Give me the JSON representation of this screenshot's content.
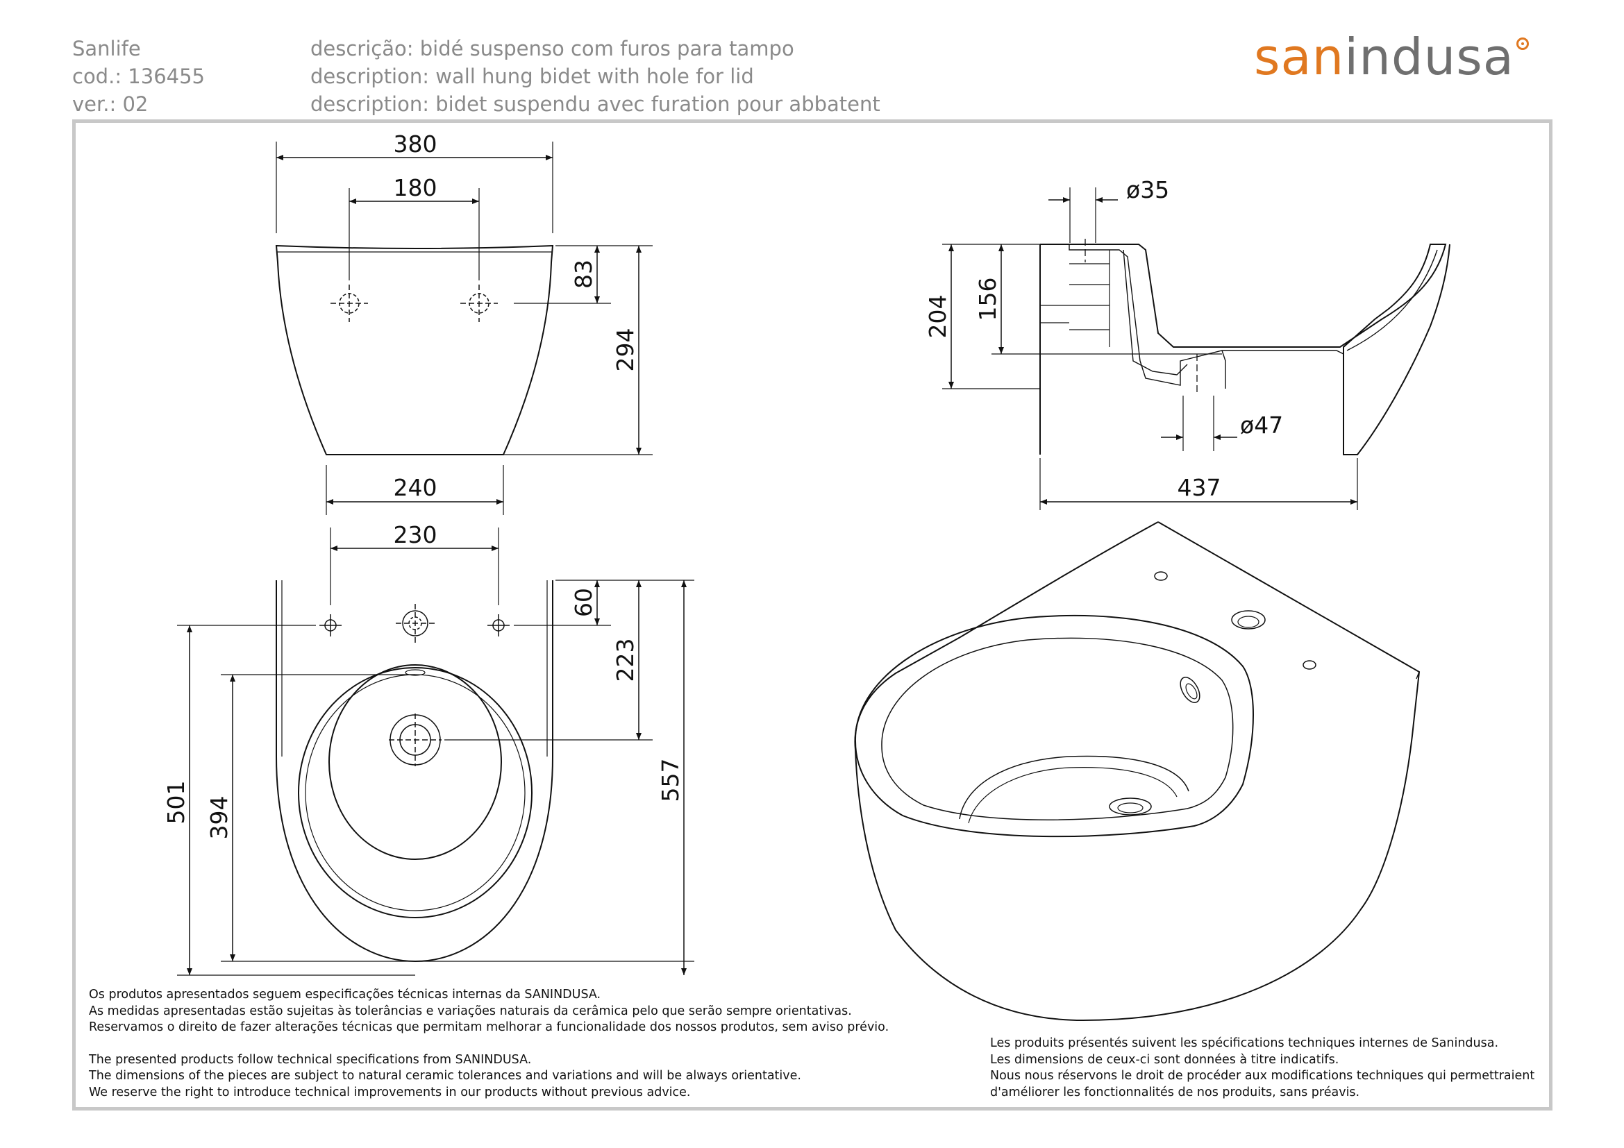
{
  "header": {
    "product": "Sanlife",
    "code": "cod.: 136455",
    "version": "ver.: 02",
    "desc_pt": "descrição: bidé suspenso com furos para tampo",
    "desc_en": "description: wall hung bidet with hole for lid",
    "desc_fr": "description: bidet suspendu avec furation pour abbatent"
  },
  "brand": {
    "part1": "san",
    "part2": "indusa",
    "accent_color": "#e07820",
    "text_color": "#6f6f6f"
  },
  "dimensions": {
    "front_width_top": "380",
    "front_holes_spacing": "180",
    "front_hole_depth": "83",
    "front_height": "294",
    "front_width_bottom": "240",
    "plan_holes_spacing": "230",
    "plan_hole_offset": "60",
    "plan_drain_position": "223",
    "plan_total_length": "557",
    "plan_fixing_length": "501",
    "plan_bowl_length": "394",
    "side_inlet_diameter": "ø35",
    "side_height": "204",
    "side_inlet_height": "156",
    "side_drain_diameter": "ø47",
    "side_depth": "437"
  },
  "notes": {
    "pt": [
      "Os produtos apresentados seguem especificações técnicas internas da SANINDUSA.",
      "As medidas apresentadas estão sujeitas às tolerâncias e variações naturais da cerâmica pelo que serão sempre orientativas.",
      "Reservamos o direito de fazer alterações técnicas que permitam melhorar a funcionalidade dos nossos produtos, sem aviso prévio."
    ],
    "en": [
      "The presented products follow technical specifications from SANINDUSA.",
      "The dimensions of the pieces are subject to natural ceramic tolerances and variations and will be always orientative.",
      "We reserve the right to introduce technical improvements in our products without previous advice."
    ],
    "fr": [
      "Les produits présentés suivent les spécifications techniques internes de Sanindusa.",
      "Les dimensions de ceux-ci sont données à titre indicatifs.",
      "Nous nous réservons le droit de procéder aux modifications techniques qui permettraient",
      "d'améliorer les fonctionnalités de nos produits, sans préavis."
    ]
  }
}
